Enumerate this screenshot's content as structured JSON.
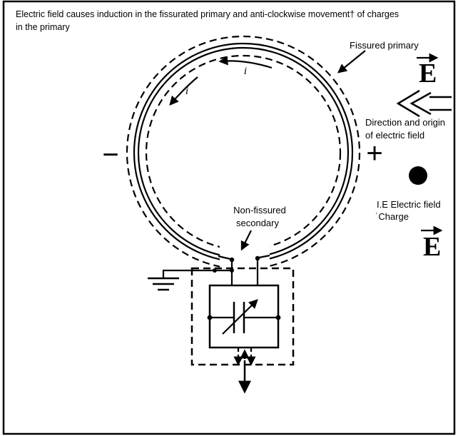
{
  "title": {
    "line1": "Electric field causes induction in the fissurated primary and anti-clockwise movement† of charges",
    "line2": "in the primary"
  },
  "ring": {
    "fissured_primary_label": "Fissured primary",
    "current_symbol": "i"
  },
  "field": {
    "vector_symbol": "E",
    "direction_label_line1": "Direction and origin",
    "direction_label_line2": "of electric field",
    "plus_symbol": "+",
    "minus_symbol": "−",
    "charge_label_line1": "I.E Electric field",
    "charge_label_line2": "˙Charge"
  },
  "secondary": {
    "label_line1": "Non-fissured",
    "label_line2": "secondary"
  },
  "colors": {
    "ink": "#000000",
    "background": "#ffffff"
  }
}
